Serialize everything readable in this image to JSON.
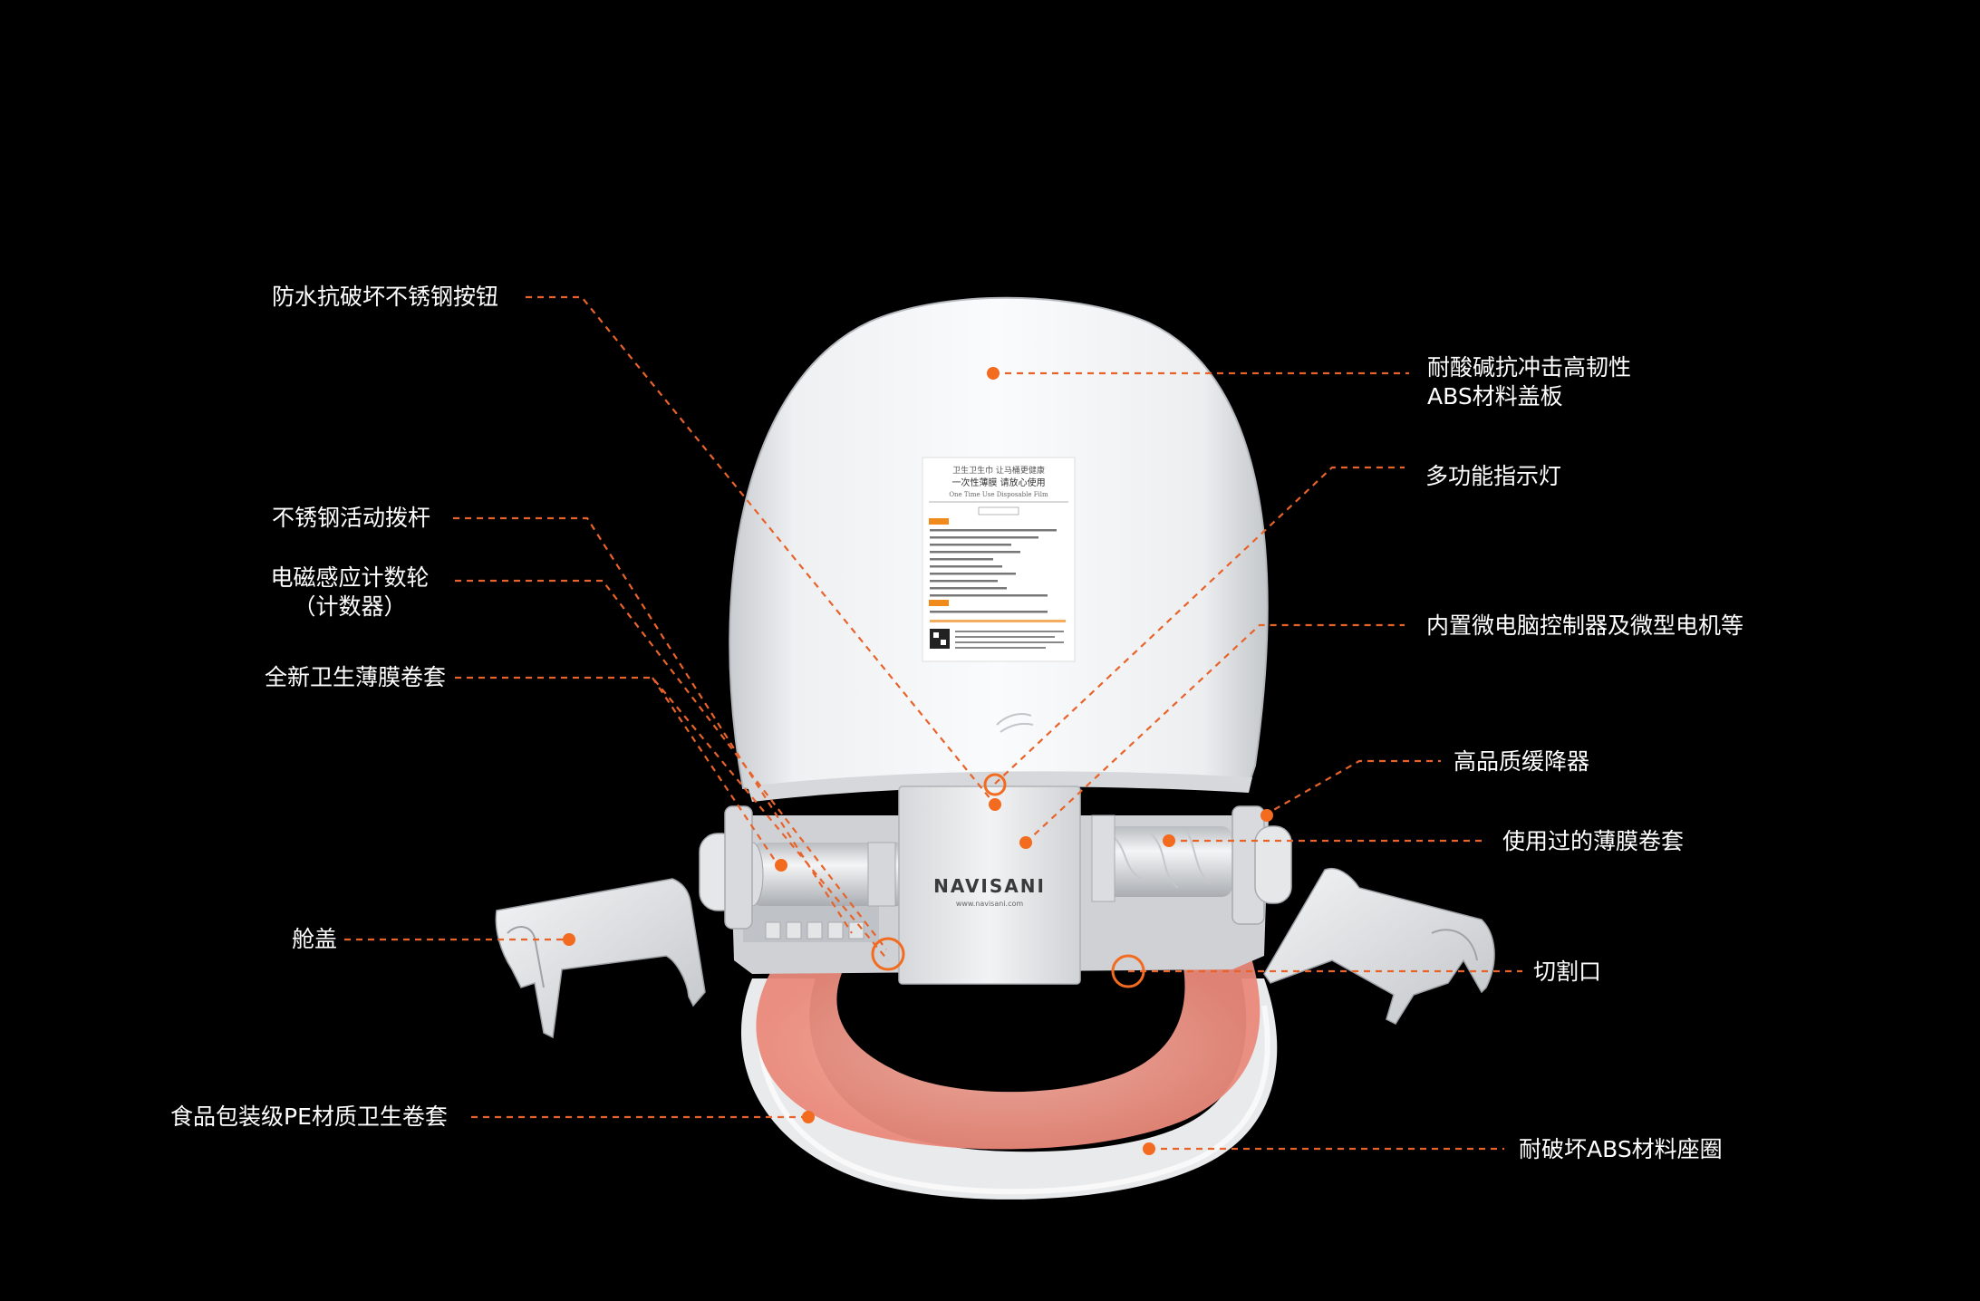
{
  "brand": {
    "logo_text": "NAVISANI",
    "logo_url_text": "www.navisani.com"
  },
  "sticker": {
    "line1": "卫生卫生巾  让马桶更健康",
    "line2": "一次性薄膜 请放心使用",
    "line3": "One Time Use Disposable Film"
  },
  "labels": {
    "button": "防水抗破坏不锈钢按钮",
    "lever": "不锈钢活动拨杆",
    "counter_line1": "电磁感应计数轮",
    "counter_line2": "（计数器）",
    "new_film": "全新卫生薄膜卷套",
    "cabin_cover": "舱盖",
    "pe_film": "食品包装级PE材质卫生卷套",
    "lid_line1": "耐酸碱抗冲击高韧性",
    "lid_line2": "ABS材料盖板",
    "indicator": "多功能指示灯",
    "controller": "内置微电脑控制器及微型电机等",
    "damper": "高品质缓降器",
    "used_film": "使用过的薄膜卷套",
    "cutter": "切割口",
    "seat_ring": "耐破坏ABS材料座圈"
  },
  "colors": {
    "background": "#000000",
    "accent": "#f26b1f",
    "text": "#ffffff",
    "film_pink": "#f4a093"
  }
}
